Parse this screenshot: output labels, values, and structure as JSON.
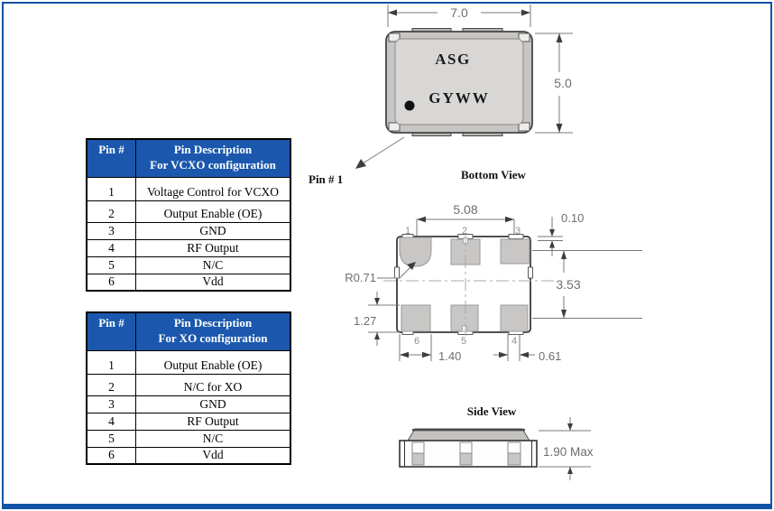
{
  "colors": {
    "accent_blue": "#1353a5",
    "table_header_blue": "#1b58ad"
  },
  "vcxo_table": {
    "col1_header": "Pin #",
    "col2_header_line1": "Pin Description",
    "col2_header_line2": "For VCXO configuration",
    "rows": [
      {
        "pin": "1",
        "desc": "Voltage Control for VCXO"
      },
      {
        "pin": "2",
        "desc": "Output Enable (OE)"
      },
      {
        "pin": "3",
        "desc": "GND"
      },
      {
        "pin": "4",
        "desc": "RF Output"
      },
      {
        "pin": "5",
        "desc": "N/C"
      },
      {
        "pin": "6",
        "desc": "Vdd"
      }
    ]
  },
  "xo_table": {
    "col1_header": "Pin #",
    "col2_header_line1": "Pin Description",
    "col2_header_line2": "For XO configuration",
    "rows": [
      {
        "pin": "1",
        "desc": "Output Enable (OE)"
      },
      {
        "pin": "2",
        "desc": "N/C for XO"
      },
      {
        "pin": "3",
        "desc": "GND"
      },
      {
        "pin": "4",
        "desc": "RF Output"
      },
      {
        "pin": "5",
        "desc": "N/C"
      },
      {
        "pin": "6",
        "desc": "Vdd"
      }
    ]
  },
  "top_view": {
    "width_dim": "7.0",
    "height_dim": "5.0",
    "marking_line1": "ASG",
    "marking_line2": "GYWW",
    "pin1_label": "Pin # 1"
  },
  "bottom_view": {
    "title": "Bottom View",
    "pad_span_dim": "5.08",
    "edge_offset_dim": "0.10",
    "pad_row_span_dim": "3.53",
    "corner_radius_dim": "R0.71",
    "pad_height_dim": "1.27",
    "pad_pitch_dim": "1.40",
    "pad_width_dim": "0.61",
    "pin_labels_top": [
      "1",
      "2",
      "3"
    ],
    "pin_labels_bottom": [
      "6",
      "5",
      "4"
    ]
  },
  "side_view": {
    "title": "Side View",
    "height_dim": "1.90 Max"
  }
}
